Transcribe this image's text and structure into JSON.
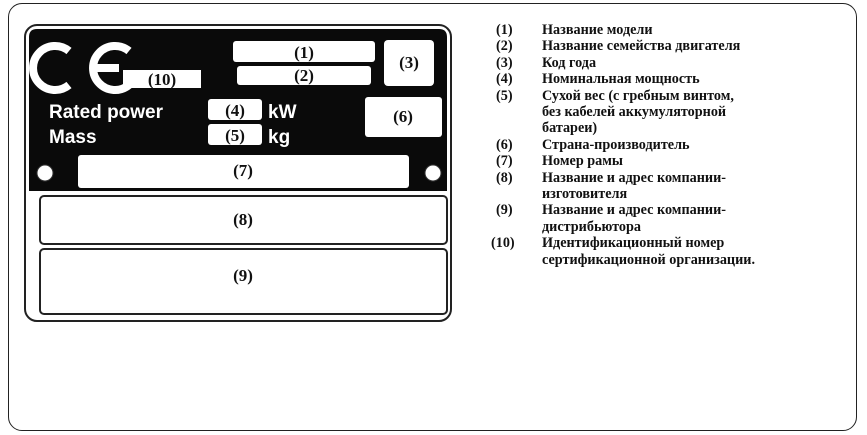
{
  "plate": {
    "ce_mark": "CE",
    "fields": {
      "f1": "(1)",
      "f2": "(2)",
      "f3": "(3)",
      "f4": "(4)",
      "f5": "(5)",
      "f6": "(6)",
      "f7": "(7)",
      "f8": "(8)",
      "f9": "(9)",
      "f10": "(10)"
    },
    "rated_power_label": "Rated power",
    "rated_power_unit": "kW",
    "mass_label": "Mass",
    "mass_unit": "kg"
  },
  "legend": [
    {
      "num": "(1)",
      "text": "Название модели"
    },
    {
      "num": "(2)",
      "text": "Название семейства двигателя"
    },
    {
      "num": "(3)",
      "text": "Код года"
    },
    {
      "num": "(4)",
      "text": "Номинальная мощность"
    },
    {
      "num": "(5)",
      "text": "Сухой вес (с гребным винтом,\nбез кабелей аккумуляторной\nбатареи)"
    },
    {
      "num": "(6)",
      "text": "Страна-производитель"
    },
    {
      "num": "(7)",
      "text": "Номер рамы"
    },
    {
      "num": "(8)",
      "text": "Название и адрес компании-\nизготовителя"
    },
    {
      "num": "(9)",
      "text": "Название и адрес компании-\nдистрибьютора"
    },
    {
      "num": "(10)",
      "text": "Идентификационный номер\nсертификационной организации."
    }
  ]
}
